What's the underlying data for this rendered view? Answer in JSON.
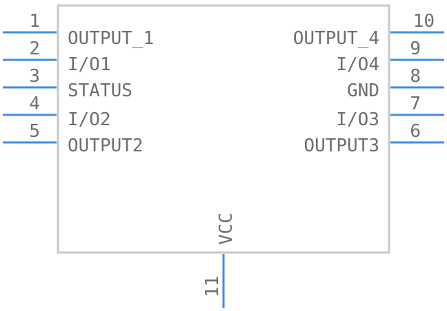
{
  "component": {
    "left_pins": [
      {
        "number": "1",
        "label": "OUTPUT_1"
      },
      {
        "number": "2",
        "label": "I/O1"
      },
      {
        "number": "3",
        "label": "STATUS"
      },
      {
        "number": "4",
        "label": "I/O2"
      },
      {
        "number": "5",
        "label": "OUTPUT2"
      }
    ],
    "right_pins": [
      {
        "number": "10",
        "label": "OUTPUT_4"
      },
      {
        "number": "9",
        "label": "I/O4"
      },
      {
        "number": "8",
        "label": "GND"
      },
      {
        "number": "7",
        "label": "I/O3"
      },
      {
        "number": "6",
        "label": "OUTPUT3"
      }
    ],
    "bottom_pins": [
      {
        "number": "11",
        "label": "VCC"
      }
    ]
  },
  "colors": {
    "pin_line": "#3b8ee6",
    "body_outline": "#c8c8c8",
    "text": "#6e6e6e"
  }
}
